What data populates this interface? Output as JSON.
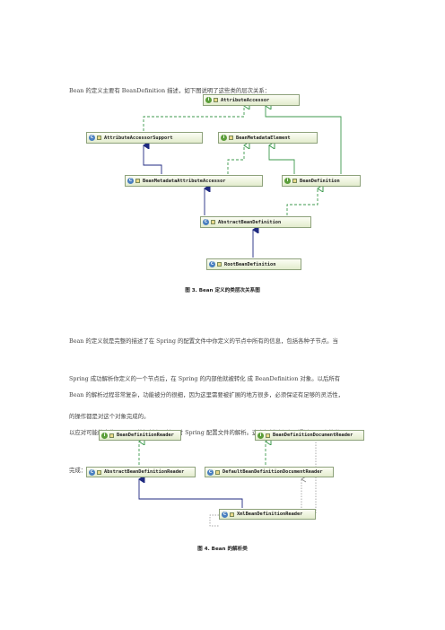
{
  "intro": "Bean 的定义主要有 BeanDefinition 描述，如下图说明了这些类的层次关系：",
  "diagram1": {
    "nodes": {
      "attribute_accessor": {
        "label": "AttributeAccessor",
        "kind": "I"
      },
      "attribute_accessor_support": {
        "label": "AttributeAccessorSupport",
        "kind": "C"
      },
      "bean_metadata_element": {
        "label": "BeanMetadataElement",
        "kind": "I"
      },
      "bean_metadata_attribute_accessor": {
        "label": "BeanMetadataAttributeAccessor",
        "kind": "C"
      },
      "bean_definition": {
        "label": "BeanDefinition",
        "kind": "I"
      },
      "abstract_bean_definition": {
        "label": "AbstractBeanDefinition",
        "kind": "C"
      },
      "root_bean_definition": {
        "label": "RootBeanDefinition",
        "kind": "C"
      }
    },
    "caption": "图 3. Bean 定义的类层次关系图"
  },
  "paragraph2": {
    "lines": [
      "Bean 的定义就是完整的描述了在 Spring 的配置文件中你定义的节点中所有的信息，包括各种子节点。当",
      "Spring 成功解析你定义的一个节点后，在 Spring 的内部他就被转化 成 BeanDefinition 对象。以后所有",
      "的操作都是对这个对象完成的。"
    ]
  },
  "paragraph3": {
    "lines": [
      "Bean 的解析过程非常复杂，功能被分的很细，因为这里需要被扩展的地方很多，必须保证有足够的灵活性，",
      "以应对可能的变化。Bean 的解析主要就是对 Spring 配置文件的解析。这个解析过程主要通过  下图中的类",
      "完成："
    ]
  },
  "diagram2": {
    "nodes": {
      "bean_definition_reader": {
        "label": "BeanDefinitionReader",
        "kind": "I"
      },
      "bean_definition_document_reader": {
        "label": "BeanDefinitionDocumentReader",
        "kind": "I"
      },
      "abstract_bean_definition_reader": {
        "label": "AbstractBeanDefinitionReader",
        "kind": "C"
      },
      "default_bean_definition_document_reader": {
        "label": "DefaultBeanDefinitionDocumentReader",
        "kind": "C"
      },
      "xml_bean_definition_reader": {
        "label": "XmlBeanDefinitionReader",
        "kind": "C"
      }
    },
    "caption": "图 4. Bean 的解析类"
  },
  "colors": {
    "impl_arrow": "#3d9a4e",
    "extends_arrow": "#1f2a80",
    "dependency_arrow": "#888888"
  }
}
